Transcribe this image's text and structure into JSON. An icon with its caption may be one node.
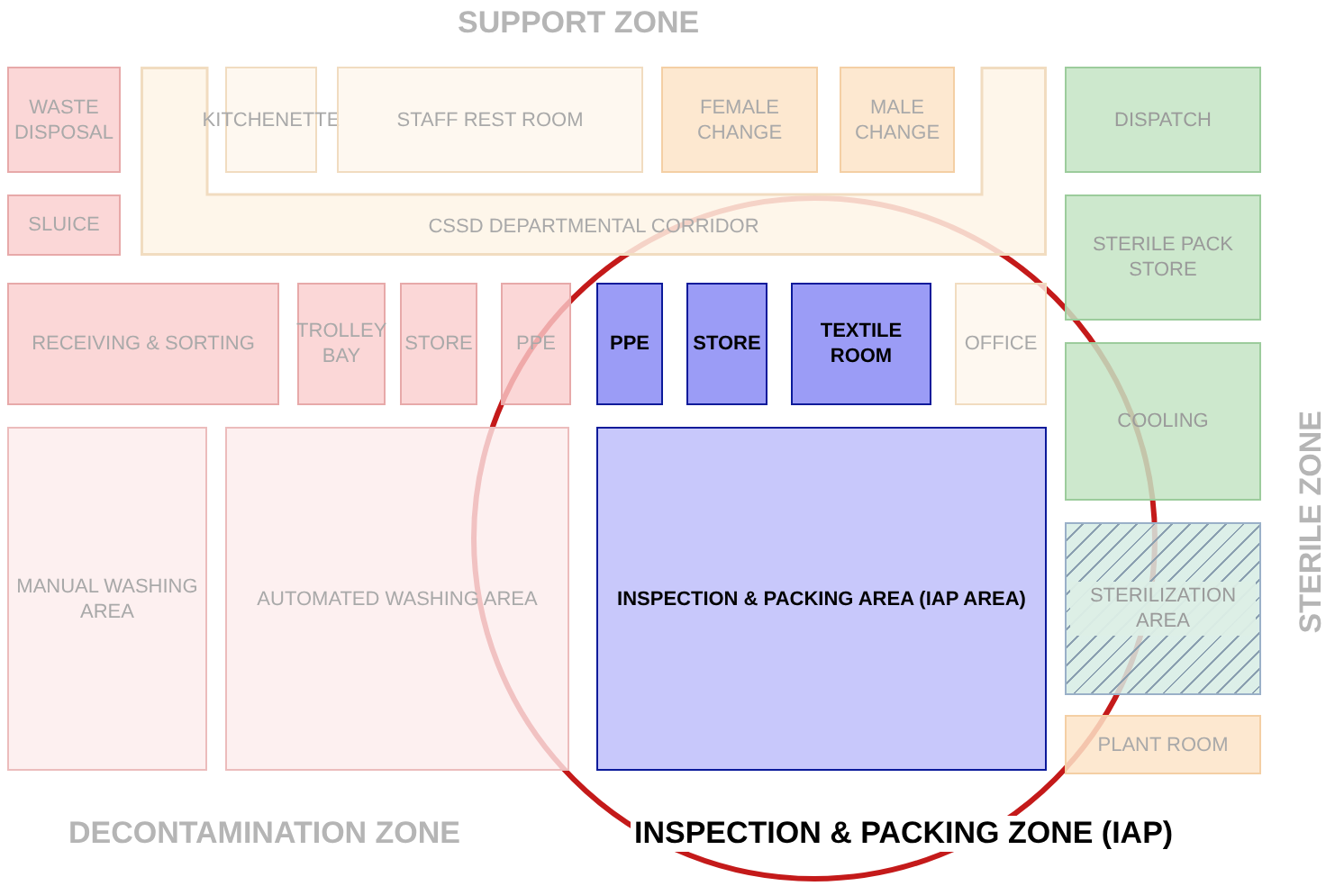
{
  "diagram": {
    "nodes": [
      {
        "text": [
          "WASTE DISPOSAL"
        ]
      },
      {
        "text": [
          "KITCHENETTE"
        ]
      },
      {
        "text": [
          "STAFF REST ROOM"
        ]
      },
      {
        "text": [
          "FEMALE CHANGE"
        ]
      },
      {
        "text": [
          "MALE CHANGE"
        ]
      },
      {
        "text": [
          "DISPATCH"
        ]
      },
      {
        "text": [
          "SLUICE"
        ]
      },
      {
        "text": [
          "CSSD DEPARTMENTAL CORRIDOR"
        ]
      },
      {
        "text": [
          "STERILE PACK STORE"
        ]
      },
      {
        "text": [
          "RECEIVING & SORTING"
        ]
      },
      {
        "text": [
          "TROLLEY BAY"
        ]
      },
      {
        "text": [
          "STORE"
        ]
      },
      {
        "text": [
          "PPE"
        ]
      },
      {
        "text": [
          "PPE"
        ]
      },
      {
        "text": [
          "STORE"
        ]
      },
      {
        "text": [
          "TEXTILE ROOM"
        ]
      },
      {
        "text": [
          "OFFICE"
        ]
      },
      {
        "text": [
          "COOLING"
        ]
      },
      {
        "text": [
          "MANUAL WASHING AREA"
        ]
      },
      {
        "text": [
          "AUTOMATED WASHING AREA"
        ]
      },
      {
        "text": [
          "INSPECTION & PACKING AREA (IAP AREA)"
        ]
      },
      {
        "text": [
          "STERILIZATION AREA"
        ]
      },
      {
        "text": [
          "PLANT ROOM"
        ]
      }
    ],
    "labels": [
      "SUPPORT ZONE",
      "STERILE ZONE",
      "DECONTAMINATION ZONE",
      "INSPECTION & PACKING ZONE (IAP)"
    ]
  }
}
